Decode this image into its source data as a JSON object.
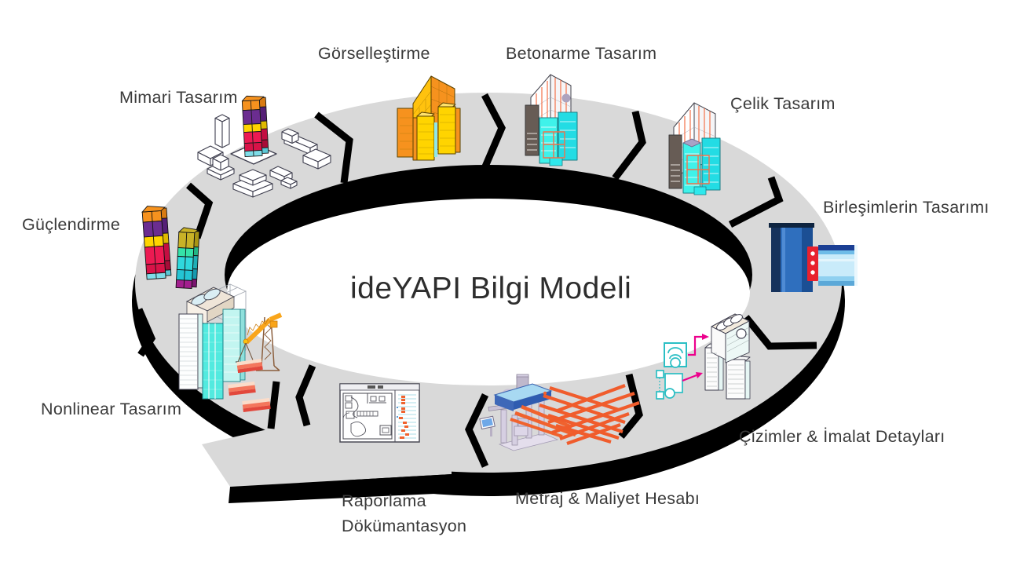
{
  "page": {
    "background": "#FFFFFF"
  },
  "diagram": {
    "center_title": "ideYAPI Bilgi Modeli",
    "ring": {
      "shape": "isometric open loop (cycle) with exit ramp tail at lower left",
      "fill": "#D9D9D9",
      "edge": "#000000",
      "divider_count": 10
    },
    "segments": [
      {
        "id": "mimari-tasarim",
        "label": "Mimari Tasarım",
        "icon": "white-massing-blocks-and-color-banded-tower-icon",
        "position": "top-left"
      },
      {
        "id": "gorsellestirme",
        "label": "Görselleştirme",
        "icon": "orange-yellow-rendered-towers-icon",
        "position": "top"
      },
      {
        "id": "betonarme-tasarim",
        "label": "Betonarme Tasarım",
        "icon": "concrete-towers-with-rebar-icon",
        "position": "top"
      },
      {
        "id": "celik-tasarim",
        "label": "Çelik Tasarım",
        "icon": "steel-frame-towers-icon",
        "position": "top-right"
      },
      {
        "id": "birlesimlerin-tasarimi",
        "label": "Birleşimlerin Tasarımı",
        "icon": "steel-beam-column-connection-icon",
        "position": "right"
      },
      {
        "id": "cizimler-imalat-detaylari",
        "label": "Çizimler & İmalat Detayları",
        "icon": "building-with-detail-callouts-icon",
        "position": "bottom-right"
      },
      {
        "id": "metraj-maliyet-hesabi",
        "label": "Metraj & Maliyet Hesabı",
        "icon": "rebar-machine-and-bar-pile-icon",
        "position": "bottom"
      },
      {
        "id": "raporlama-dokumantasyon",
        "label": "Raporlama Dökümantasyon",
        "icon": "floor-plan-report-sheet-icon",
        "position": "bottom-left"
      },
      {
        "id": "nonlinear-tasarim",
        "label": "Nonlinear Tasarım",
        "icon": "buildings-construction-crane-icon",
        "position": "left"
      },
      {
        "id": "guclendirme",
        "label": "Güçlendirme",
        "icon": "color-banded-retrofit-towers-icon",
        "position": "upper-left"
      }
    ]
  },
  "colors": {
    "ring_fill": "#D9D9D9",
    "ring_edge": "#000000",
    "label_text": "#3A3A3A",
    "title_text": "#2D2D2D",
    "accent_orange": "#F6921E",
    "accent_yellow": "#FFD400",
    "accent_crimson": "#EC1A52",
    "accent_purple": "#6B2D90",
    "accent_cyan": "#35EFE6",
    "accent_steel_blue": "#2F6FBE",
    "accent_red_plate": "#E8212E",
    "accent_rebar_orange": "#F0622E",
    "accent_salmon": "#F2604C",
    "callout_teal": "#2BBFC4",
    "arrow_pink": "#EC008C",
    "crane_yellow": "#F9A51A"
  }
}
